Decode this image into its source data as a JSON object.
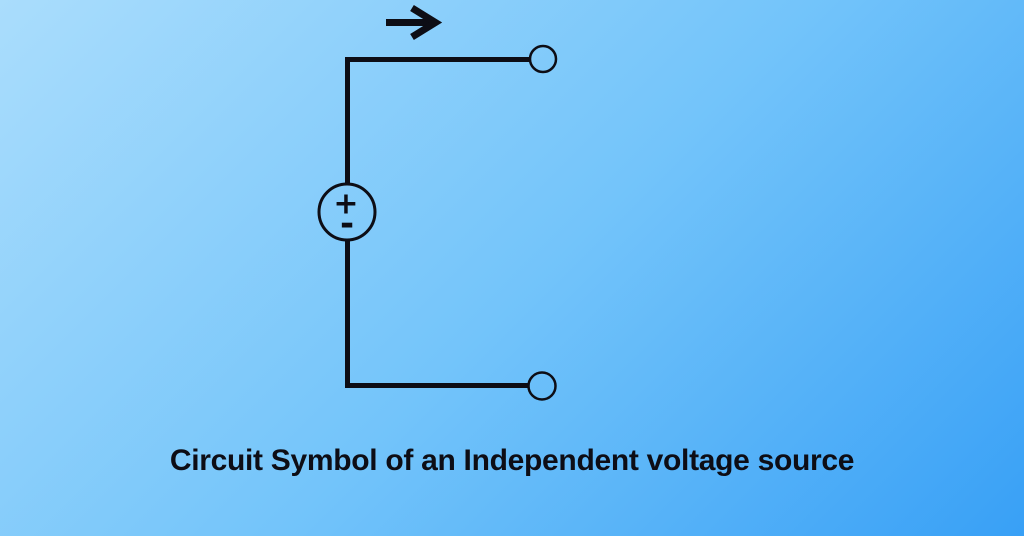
{
  "page": {
    "background": {
      "gradient_start": "#AADDFC",
      "gradient_mid": "#73C4FA",
      "gradient_end": "#38A0F6"
    },
    "ink_color": "#0D0D15"
  },
  "diagram": {
    "type": "circuit-schematic",
    "current_arrow_icon": "right-arrow",
    "voltage_source": {
      "plus_label": "+",
      "minus_label": "-"
    },
    "terminals": [
      "top-right-open-terminal",
      "bottom-right-open-terminal"
    ],
    "caption": "Circuit Symbol of an Independent voltage source"
  }
}
